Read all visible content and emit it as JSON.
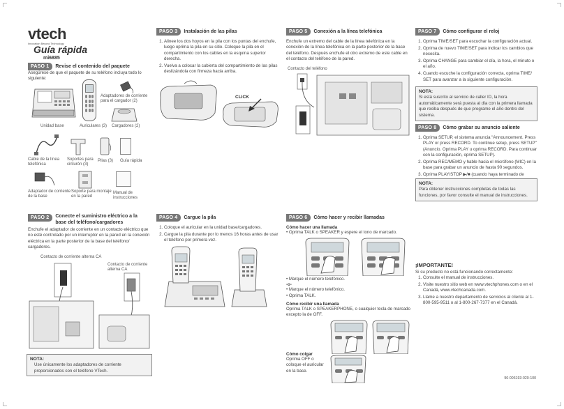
{
  "brand": {
    "logo": "vtech",
    "tagline": "Innovation Beyond Technology"
  },
  "title": "Guía rápida",
  "model": "mi6885",
  "paso1": {
    "tag": "PASO 1",
    "title": "Revise el contenido del paquete",
    "text": "Asegúrese de que el paquete de su teléfono incluya todo lo siguiente:",
    "labels": {
      "base": "Unidad base",
      "handsets": "Auriculares (3)",
      "chargers": "Cargadores (2)",
      "adapters_charger": "Adaptadores de corriente para el cargador (2)",
      "cord": "Cable de la línea telefónica",
      "belt_clip": "Soportes para cinturón (3)",
      "batteries": "Pilas (3)",
      "quick_guide": "Guía rápida",
      "base_adapter": "Adaptador de corriente de la base",
      "wall_mount": "Soporte para montaje en la pared",
      "manual": "Manual de instrucciones"
    }
  },
  "paso2": {
    "tag": "PASO 2",
    "title": "Conecte el suministro eléctrico a la base del teléfono/cargadores",
    "text": "Enchufe el adaptador de corriente en un contacto eléctrico que no esté controlado por un interruptor en la pared en la conexión eléctrica en la parte posterior de la base del teléfono/ cargadores.",
    "label_ac1": "Contacto de corriente alterna CA",
    "label_ac2": "Contacto de corriente alterna CA",
    "nota_label": "NOTA:",
    "nota_text": "Use únicamente los adaptadores de corriente proporcionados con el teléfono VTech."
  },
  "paso3": {
    "tag": "PASO 3",
    "title": "Instalación de las pilas",
    "steps": [
      "Alinee los dos hoyos en la pila con los puntas del enchufe, luego oprima la pila en su sitio. Coloque la pila en el compartimiento con los cables en la esquina superior derecha.",
      "Vuelva a colocar la cubierta del compartimiento de las pilas deslizándola con firmeza hacia arriba."
    ],
    "click_label": "CLICK"
  },
  "paso4": {
    "tag": "PASO 4",
    "title": "Cargue la pila",
    "steps": [
      "Coloque el auricular en la unidad base/cargadores.",
      "Cargue la pila durante por lo menos 16 horas antes de usar el teléfono por primera vez."
    ]
  },
  "paso5": {
    "tag": "PASO 5",
    "title": "Conexión a la línea telefónica",
    "text": "Enchufe un extremo del cable de la línea telefónica en la conexión de la línea telefónica en la parte posterior de la base del teléfono. Después enchufe el otro extremo de este cable en el contacto del teléfono de la pared.",
    "label_jack": "Contacto del teléfono"
  },
  "paso6": {
    "tag": "PASO 6",
    "title": "Cómo hacer y recibir llamadas",
    "make_call_title": "Cómo hacer una llamada",
    "make_call_line": "Oprima TALK o SPEAKER y espere el tono de marcado.",
    "dial_1": "Marque el número telefónico.",
    "or_label": "-o-",
    "dial_2": "Marque el número telefónico.",
    "press_talk": "Oprima TALK.",
    "receive_title": "Cómo recibir una llamada",
    "receive_text": "Oprima TALK o SPEAKERPHONE, o cualquier tecla de marcado excepto la de OFF.",
    "hangup_title": "Cómo colgar",
    "hangup_text": "Oprima OFF o coloque el auricular en la base."
  },
  "paso7": {
    "tag": "PASO 7",
    "title": "Cómo configurar el reloj",
    "steps": [
      "Oprima TIME/SET para escuchar la configuración actual.",
      "Oprima de nuevo TIME/SET para indicar los cambios que necesita.",
      "Oprima CHANGE para cambiar el día, la hora, el minuto o el año.",
      "Cuando escuche la configuración correcta, oprima TIME/ SET para avanzar a la siguiente configuración."
    ],
    "nota_label": "NOTA:",
    "nota_text": "Si está suscrito al servicio de caller ID, la hora automáticamente será puesta al día con la primera llamada que reciba después de que programe el año dentro del sistema."
  },
  "paso8": {
    "tag": "PASO 8",
    "title": "Cómo grabar su anuncio saliente",
    "steps": [
      "Oprima SETUP, el sistema anuncia \"Announcement. Press PLAY or press RECORD. To continue setup, press SETUP\" (Anuncio. Oprima PLAY u oprima RECORD. Para continuar con la configuración, oprima SETUP).",
      "Oprima REC/MEMO y hable hacia el micrófono (MIC) en la base para grabar un anuncio de hasta 90 segundos.",
      "Oprima PLAY/STOP ▶/■ (cuando haya terminado de grabar)."
    ],
    "nota_label": "NOTA:",
    "nota_text": "Para obtener instrucciones completas de todas las funciones, por favor consulte el manual de instrucciones."
  },
  "importante": {
    "title": "¡IMPORTANTE!",
    "intro": "Si su producto no está funcionando correctamente:",
    "steps": [
      "Consulte el manual de instrucciones.",
      "Visite nuestro sitio web en www.vtechphones.com o en el Canadá, www.vtechcanada.com.",
      "Llame a nuestro departamento de servicios al cliente al 1-800-595-9511 o al 1-800-267-7377 en el Canadá."
    ]
  },
  "part_number": "96-006193-020-100",
  "colors": {
    "tag_bg": "#777777",
    "text": "#333333",
    "nota_bg": "#f2f2f2"
  }
}
